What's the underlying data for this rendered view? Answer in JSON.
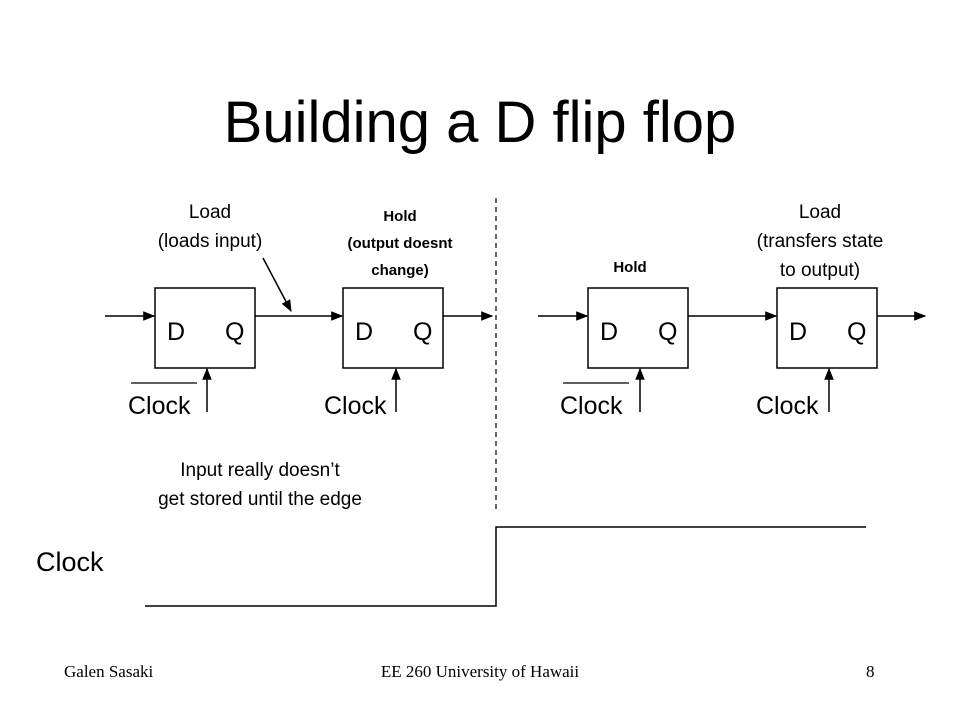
{
  "slide": {
    "title": "Building a D flip flop",
    "left_stage1_note": [
      "Load",
      "(loads input)"
    ],
    "left_stage2_note": [
      "Hold",
      "(output doesnt",
      "change)"
    ],
    "right_stage1_note": [
      "Hold"
    ],
    "right_stage2_note": [
      "Load",
      "(transfers state",
      "to output)"
    ],
    "flipflop": {
      "d_label": "D",
      "q_label": "Q",
      "clock_label": "Clock"
    },
    "edge_note": [
      "Input really doesn’t",
      "get stored until the edge"
    ],
    "waveform_label": "Clock"
  },
  "footer": {
    "author": "Galen Sasaki",
    "course": "EE 260 University of Hawaii",
    "page_number": "8"
  }
}
